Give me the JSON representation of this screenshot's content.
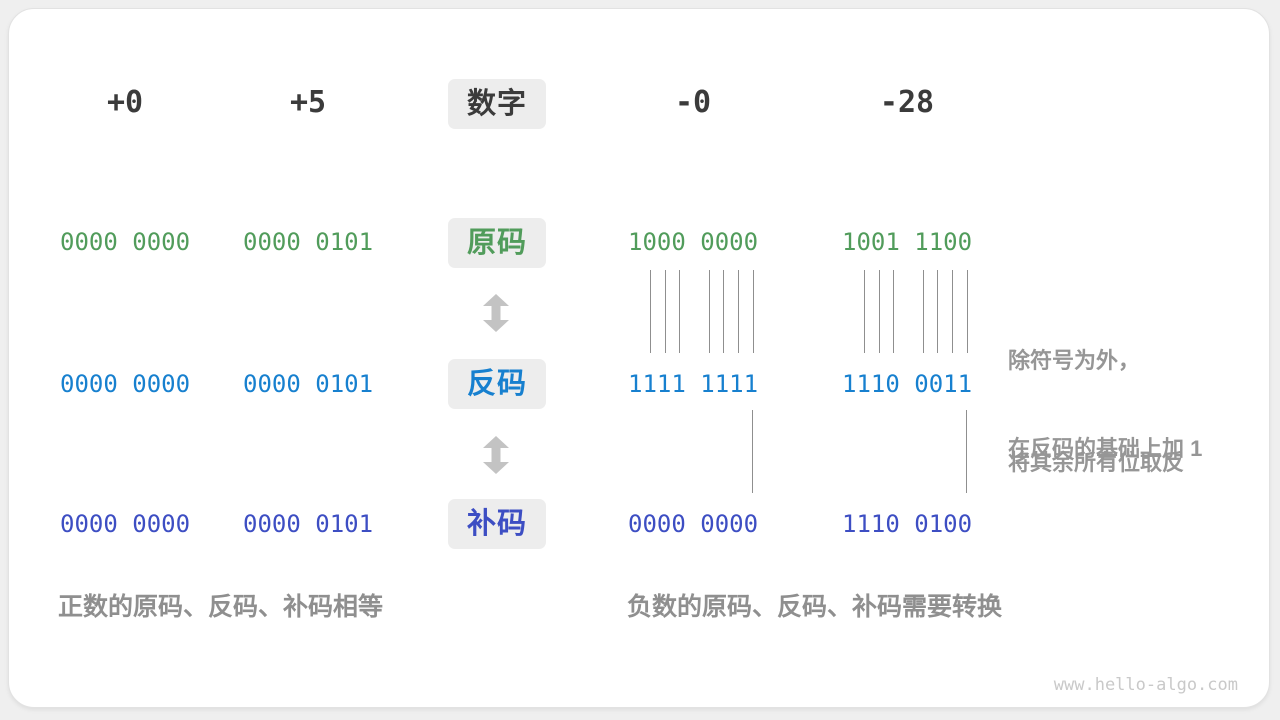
{
  "meta": {
    "watermark": "www.hello-algo.com"
  },
  "colors": {
    "sign_magnitude_green": "#519C5B",
    "ones_complement_blue": "#1780CF",
    "twos_complement_indigo": "#3D4EC3",
    "heading_dark": "#3B3B3B",
    "annotation_gray": "#969696",
    "badge_background": "#EDEDED",
    "connector_line": "#8F8F8F",
    "arrow_gray": "#C3C3C3",
    "card_background": "#FFFFFF",
    "page_background": "#EFEFEF"
  },
  "header": {
    "label": "数字",
    "values": [
      "+0",
      "+5",
      "-0",
      "-28"
    ]
  },
  "rows": [
    {
      "key": "sign-magnitude",
      "label": "原码",
      "values": [
        "0000 0000",
        "0000 0101",
        "1000 0000",
        "1001 1100"
      ]
    },
    {
      "key": "ones-complement",
      "label": "反码",
      "values": [
        "0000 0000",
        "0000 0101",
        "1111 1111",
        "1110 0011"
      ]
    },
    {
      "key": "twos-complement",
      "label": "补码",
      "values": [
        "0000 0000",
        "0000 0101",
        "0000 0000",
        "1110 0100"
      ]
    }
  ],
  "annotations": {
    "invert": {
      "line1": "除符号为外，",
      "line2": "将其余所有位取反"
    },
    "add_one": "在反码的基础上加 1"
  },
  "captions": {
    "positive": "正数的原码、反码、补码相等",
    "negative": "负数的原码、反码、补码需要转换"
  },
  "connectors": {
    "tick_mask": [
      0,
      1,
      1,
      1,
      0,
      1,
      1,
      1,
      1
    ]
  }
}
